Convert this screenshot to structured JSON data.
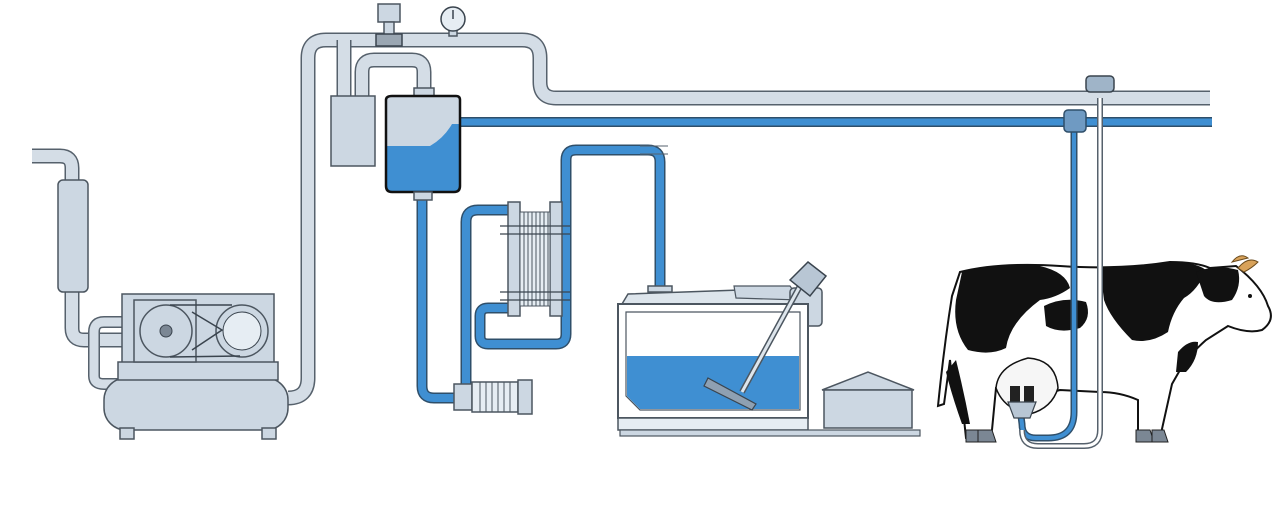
{
  "colors": {
    "air_pipe": "#d4dde6",
    "milk": "#3f8fd2",
    "equipment": "#ccd7e2",
    "outline": "#4c5660",
    "cow_black": "#111111"
  },
  "components": [
    {
      "name": "vacuum-pump",
      "icon": "pump-with-motor"
    },
    {
      "name": "exhaust-silencer",
      "icon": "silencer"
    },
    {
      "name": "vacuum-regulator",
      "icon": "regulator-valve"
    },
    {
      "name": "vacuum-gauge",
      "icon": "gauge"
    },
    {
      "name": "sanitary-trap",
      "icon": "trap-box"
    },
    {
      "name": "receiver-jar",
      "icon": "jar"
    },
    {
      "name": "milk-pump",
      "icon": "pump"
    },
    {
      "name": "plate-cooler",
      "icon": "heat-exchanger"
    },
    {
      "name": "bulk-tank",
      "icon": "tank-with-agitator"
    },
    {
      "name": "refrigeration-unit",
      "icon": "compressor-box"
    },
    {
      "name": "milking-unit",
      "icon": "cluster"
    },
    {
      "name": "cow",
      "icon": "cow"
    }
  ]
}
